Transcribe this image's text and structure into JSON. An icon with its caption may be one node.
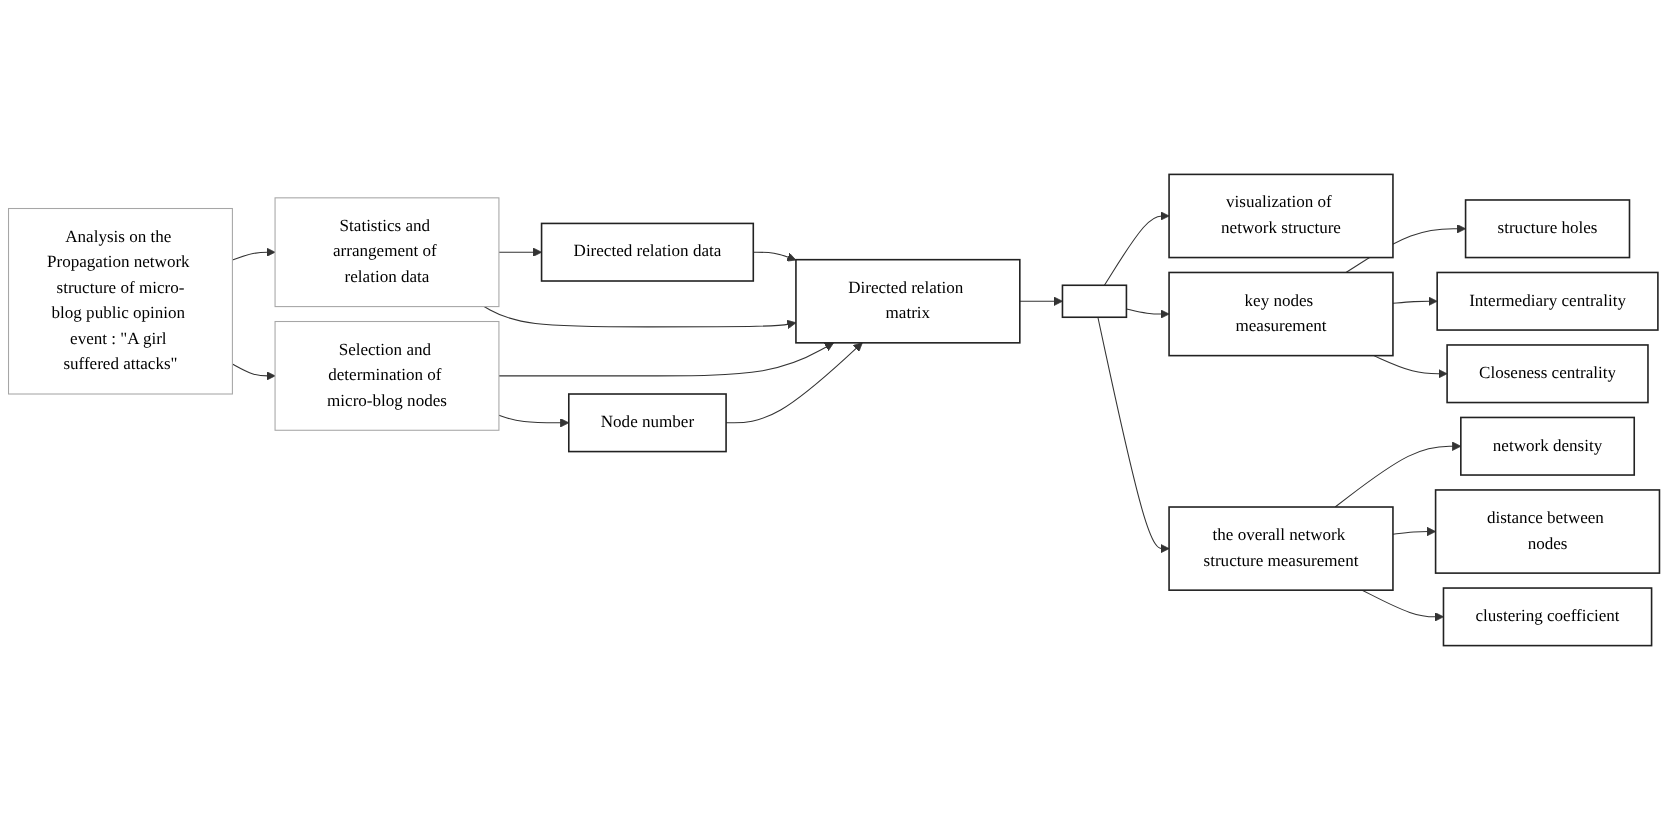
{
  "diagram": {
    "nodes": [
      {
        "text": [
          "Analysis on the Propagation network structure of micro-blog public opinion event : \"A girl suffered attacks\""
        ]
      },
      {
        "text": [
          "Directed relation data"
        ]
      },
      {
        "text": [
          "Statistics and arrangement of relation data"
        ]
      },
      {
        "text": [
          "Selection and determination of micro-blog nodes"
        ]
      },
      {
        "text": [
          "Node number"
        ]
      },
      {
        "text": [
          "Directed relation matrix"
        ]
      },
      {
        "text": [
          "visualization of network structure"
        ]
      },
      {
        "text": [],
        "shape": "box"
      },
      {
        "text": [
          "key nodes measurement"
        ]
      },
      {
        "text": [
          "the overall network structure measurement"
        ]
      },
      {
        "text": [
          "structure holes"
        ]
      },
      {
        "text": [
          "Intermediary centrality"
        ]
      },
      {
        "text": [
          "Closeness centrality"
        ]
      },
      {
        "text": [
          "network density"
        ]
      },
      {
        "text": [
          "distance between nodes"
        ]
      },
      {
        "text": [
          "clustering coefficient"
        ]
      }
    ],
    "edges": [
      {
        "from": 0,
        "to": 2,
        "arrow": "to"
      },
      {
        "from": 0,
        "to": 3,
        "arrow": "to"
      },
      {
        "from": 2,
        "to": 1,
        "arrow": "to"
      },
      {
        "from": 3,
        "to": 4,
        "arrow": "to"
      },
      {
        "from": 1,
        "to": 5,
        "arrow": "to"
      },
      {
        "from": 2,
        "to": 5,
        "arrow": "to"
      },
      {
        "from": 3,
        "to": 5,
        "arrow": "to"
      },
      {
        "from": 4,
        "to": 5,
        "arrow": "to"
      },
      {
        "from": 5,
        "to": 7,
        "arrow": "to"
      },
      {
        "from": 7,
        "to": 6,
        "arrow": "to"
      },
      {
        "from": 7,
        "to": 8,
        "arrow": "to"
      },
      {
        "from": 7,
        "to": 9,
        "arrow": "to"
      },
      {
        "from": 8,
        "to": 10,
        "arrow": "to"
      },
      {
        "from": 8,
        "to": 11,
        "arrow": "to"
      },
      {
        "from": 8,
        "to": 12,
        "arrow": "to"
      },
      {
        "from": 9,
        "to": 13,
        "arrow": "to"
      },
      {
        "from": 9,
        "to": 14,
        "arrow": "to"
      },
      {
        "from": 9,
        "to": 15,
        "arrow": "to"
      }
    ]
  }
}
